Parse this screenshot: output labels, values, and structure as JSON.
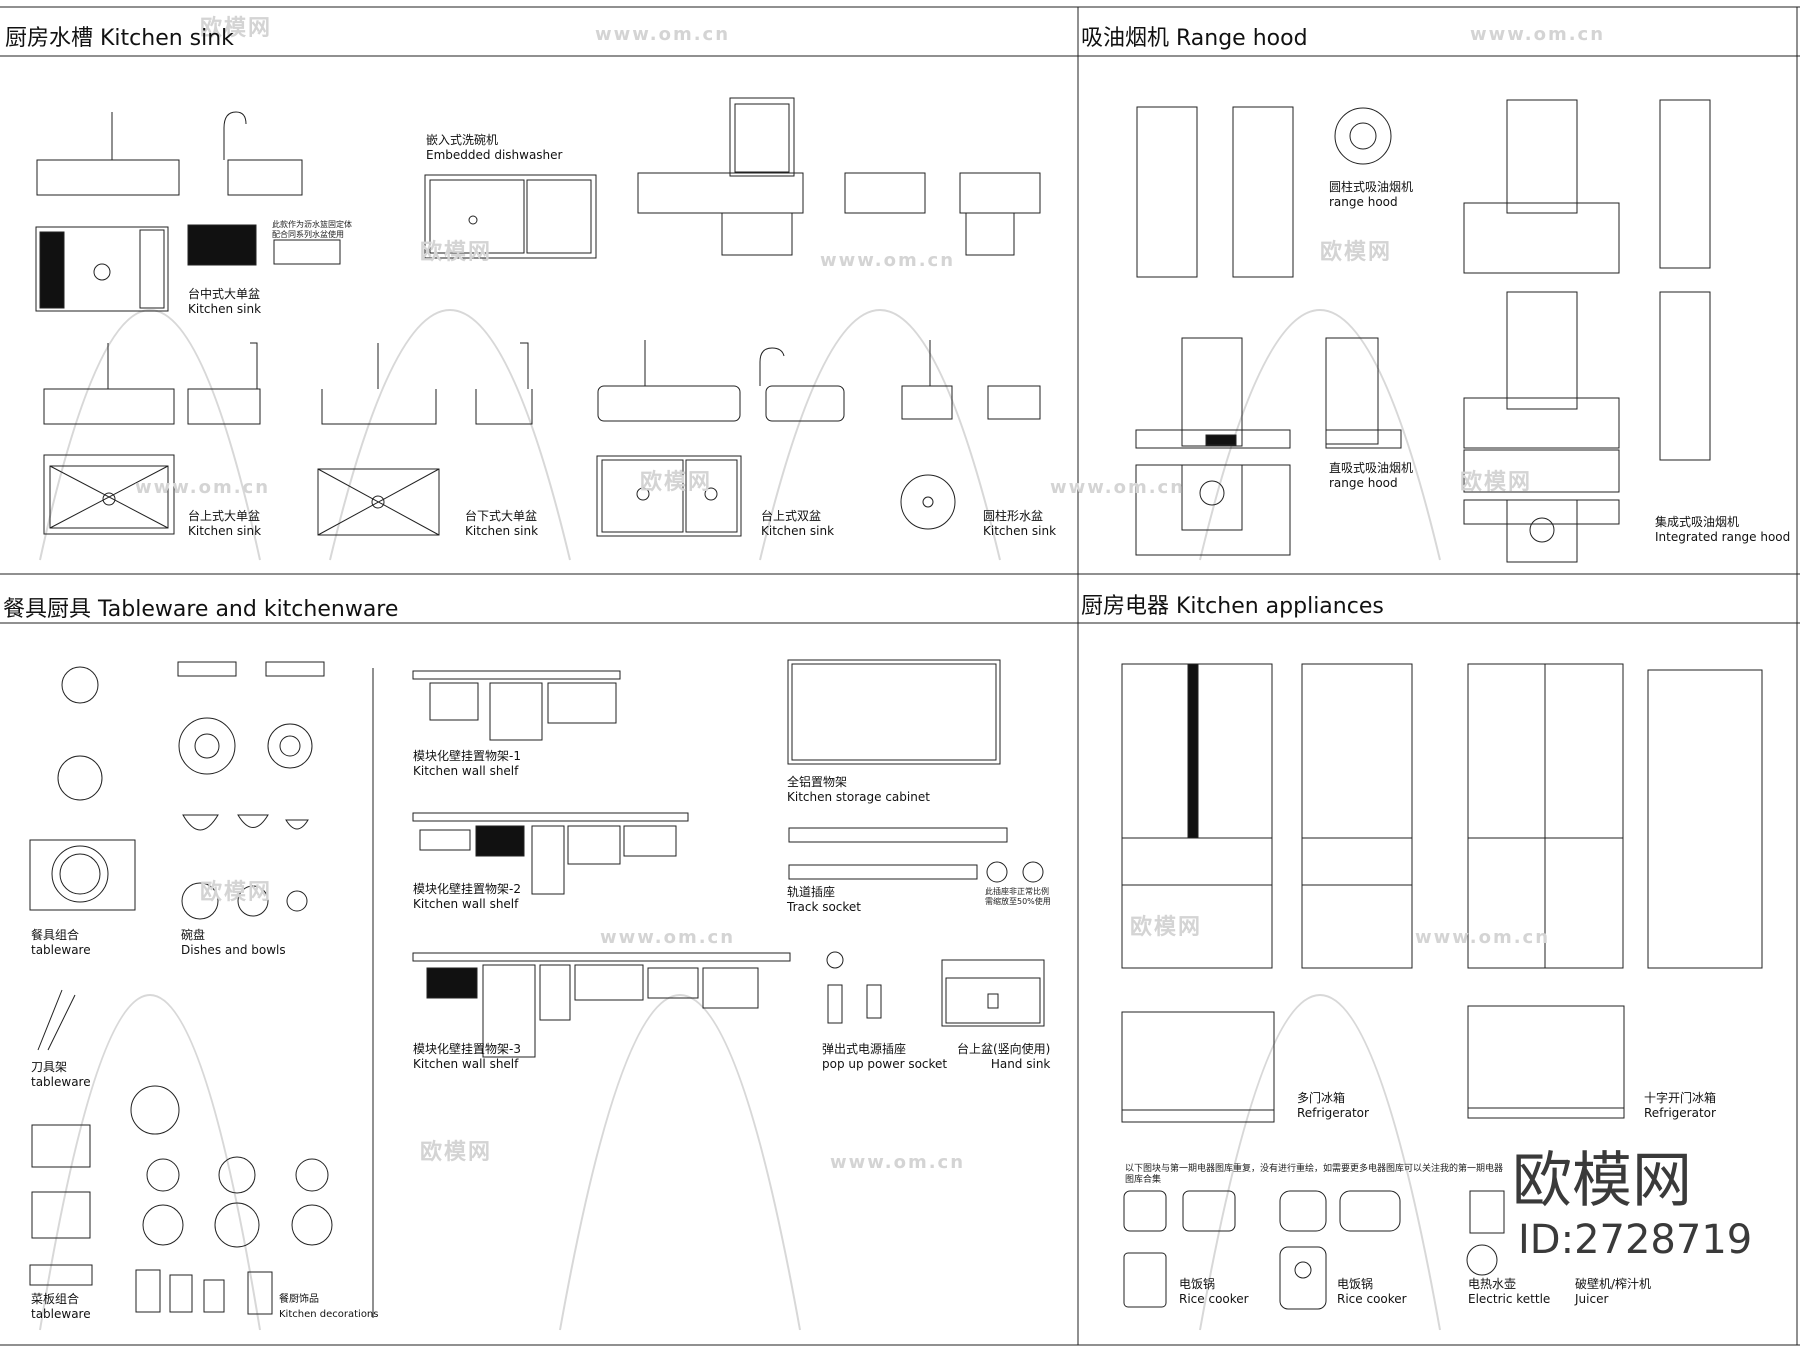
{
  "sections": {
    "sink": {
      "title": "厨房水槽 Kitchen sink",
      "dishwasher": {
        "cn": "嵌入式洗碗机",
        "en": "Embedded dishwasher"
      },
      "drain_note": {
        "line1": "此款作为沥水篮固定体",
        "line2": "配合同系列水盆使用"
      },
      "items": [
        {
          "cn": "台中式大单盆",
          "en": "Kitchen sink"
        },
        {
          "cn": "台上式大单盆",
          "en": "Kitchen sink"
        },
        {
          "cn": "台下式大单盆",
          "en": "Kitchen sink"
        },
        {
          "cn": "台上式双盆",
          "en": "Kitchen sink"
        },
        {
          "cn": "圆柱形水盆",
          "en": "Kitchen sink"
        }
      ]
    },
    "hood": {
      "title": "吸油烟机 Range hood",
      "items": [
        {
          "cn": "圆柱式吸油烟机",
          "en": "range hood"
        },
        {
          "cn": "直吸式吸油烟机",
          "en": "range hood"
        },
        {
          "cn": "集成式吸油烟机",
          "en": "Integrated range hood"
        }
      ]
    },
    "tableware": {
      "title": "餐具厨具 Tableware and kitchenware",
      "items": [
        {
          "cn": "餐具组合",
          "en": "tableware"
        },
        {
          "cn": "碗盘",
          "en": "Dishes and bowls"
        },
        {
          "cn": "刀具架",
          "en": "tableware"
        },
        {
          "cn": "菜板组合",
          "en": "tableware"
        },
        {
          "cn": "餐厨饰品",
          "en": "Kitchen decorations"
        },
        {
          "cn": "模块化壁挂置物架-1",
          "en": "Kitchen wall shelf"
        },
        {
          "cn": "模块化壁挂置物架-2",
          "en": "Kitchen wall shelf"
        },
        {
          "cn": "模块化壁挂置物架-3",
          "en": "Kitchen wall shelf"
        },
        {
          "cn": "全铝置物架",
          "en": "Kitchen storage cabinet"
        },
        {
          "cn": "轨道插座",
          "en": "Track socket"
        },
        {
          "cn": "弹出式电源插座",
          "en": "pop up power socket"
        },
        {
          "cn": "台上盆(竖向使用)",
          "en": "Hand sink"
        }
      ],
      "socket_note": {
        "line1": "此插座非正常比例",
        "line2": "需缩放至50%使用"
      }
    },
    "appliances": {
      "title": "厨房电器 Kitchen appliances",
      "note": "以下图块与第一期电器图库重复，没有进行重绘，如需要更多电器图库可以关注我的第一期电器图库合集",
      "items": [
        {
          "cn": "多门冰箱",
          "en": "Refrigerator"
        },
        {
          "cn": "十字开门冰箱",
          "en": "Refrigerator"
        },
        {
          "cn": "电饭锅",
          "en": "Rice cooker"
        },
        {
          "cn": "电饭锅",
          "en": "Rice cooker"
        },
        {
          "cn": "电热水壶",
          "en": "Electric kettle"
        },
        {
          "cn": "破壁机/榨汁机",
          "en": "Juicer"
        }
      ]
    }
  },
  "watermark": {
    "logo": "欧模网",
    "url": "www.om.cn",
    "id": "ID:2728719"
  }
}
